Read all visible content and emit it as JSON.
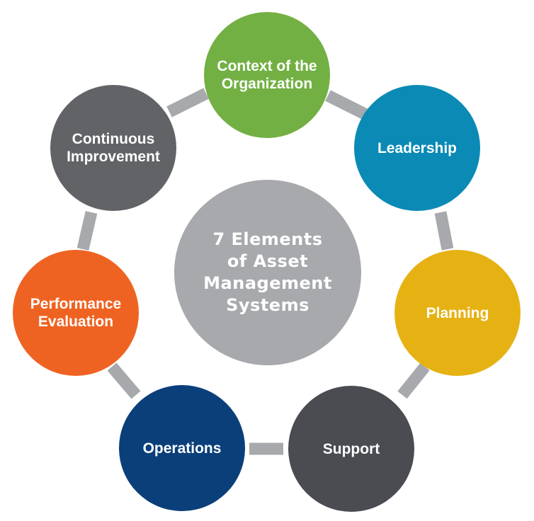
{
  "center": {
    "label": "7 Elements\nof Asset\nManagement\nSystems",
    "color": "#a7a9ac"
  },
  "connector_color": "#a7a9ac",
  "elements": [
    {
      "label": "Context of the\nOrganization",
      "color": "#72b043"
    },
    {
      "label": "Leadership",
      "color": "#0a8ab5"
    },
    {
      "label": "Planning",
      "color": "#e6b213"
    },
    {
      "label": "Support",
      "color": "#4a4c52"
    },
    {
      "label": "Operations",
      "color": "#0b3f7a"
    },
    {
      "label": "Performance\nEvaluation",
      "color": "#ef6322"
    },
    {
      "label": "Continuous\nImprovement",
      "color": "#616366"
    }
  ]
}
